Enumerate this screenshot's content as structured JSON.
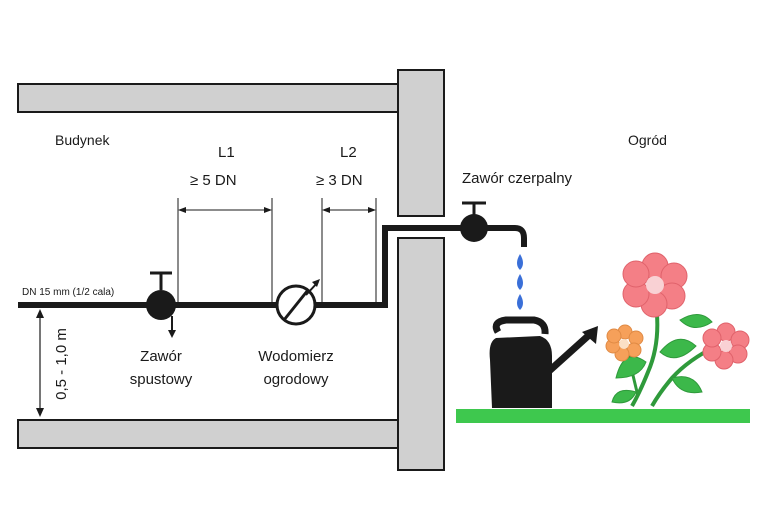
{
  "labels": {
    "building": "Budynek",
    "garden": "Ogród",
    "pipe_size": "DN 15 mm (1/2 cala)",
    "depth": "0,5 - 1,0 m",
    "l1_name": "L1",
    "l1_value": "≥ 5 DN",
    "l2_name": "L2",
    "l2_value": "≥ 3 DN",
    "drain_valve_line1": "Zawór",
    "drain_valve_line2": "spustowy",
    "meter_line1": "Wodomierz",
    "meter_line2": "ogrodowy",
    "tap_valve": "Zawór czerpalny"
  },
  "colors": {
    "wall_fill": "#d0d0d0",
    "wall_stroke": "#1a1a1a",
    "ground": "#3ec84e",
    "water_drop": "#3a6fd8",
    "flower_pink": "#f47f86",
    "flower_center": "#f9d1d4",
    "flower_orange": "#f6a05a",
    "leaf": "#3cb84a",
    "stem": "#2f9a3b",
    "can": "#1a1a1a"
  }
}
